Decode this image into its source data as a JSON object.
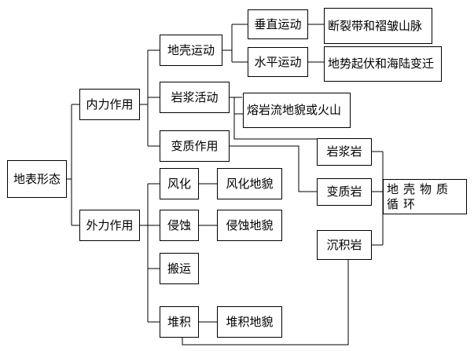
{
  "diagram": {
    "root": "地表形态",
    "internal": {
      "label": "内力作用",
      "crust_motion": "地壳运动",
      "vertical": "垂直运动",
      "vertical_result": "断裂带和褶皱山脉",
      "horizontal": "水平运动",
      "horizontal_result": "地势起伏和海陆变迁",
      "magma": "岩浆活动",
      "magma_result": "熔岩流地貌或火山",
      "metamorphism": "变质作用"
    },
    "external": {
      "label": "外力作用",
      "weathering": "风化",
      "weathering_result": "风化地貌",
      "erosion": "侵蚀",
      "erosion_result": "侵蚀地貌",
      "transport": "搬运",
      "deposition": "堆积",
      "deposition_result": "堆积地貌"
    },
    "rocks": {
      "igneous": "岩浆岩",
      "metamorphic": "变质岩",
      "sedimentary": "沉积岩",
      "cycle": "地壳物质循环"
    }
  }
}
